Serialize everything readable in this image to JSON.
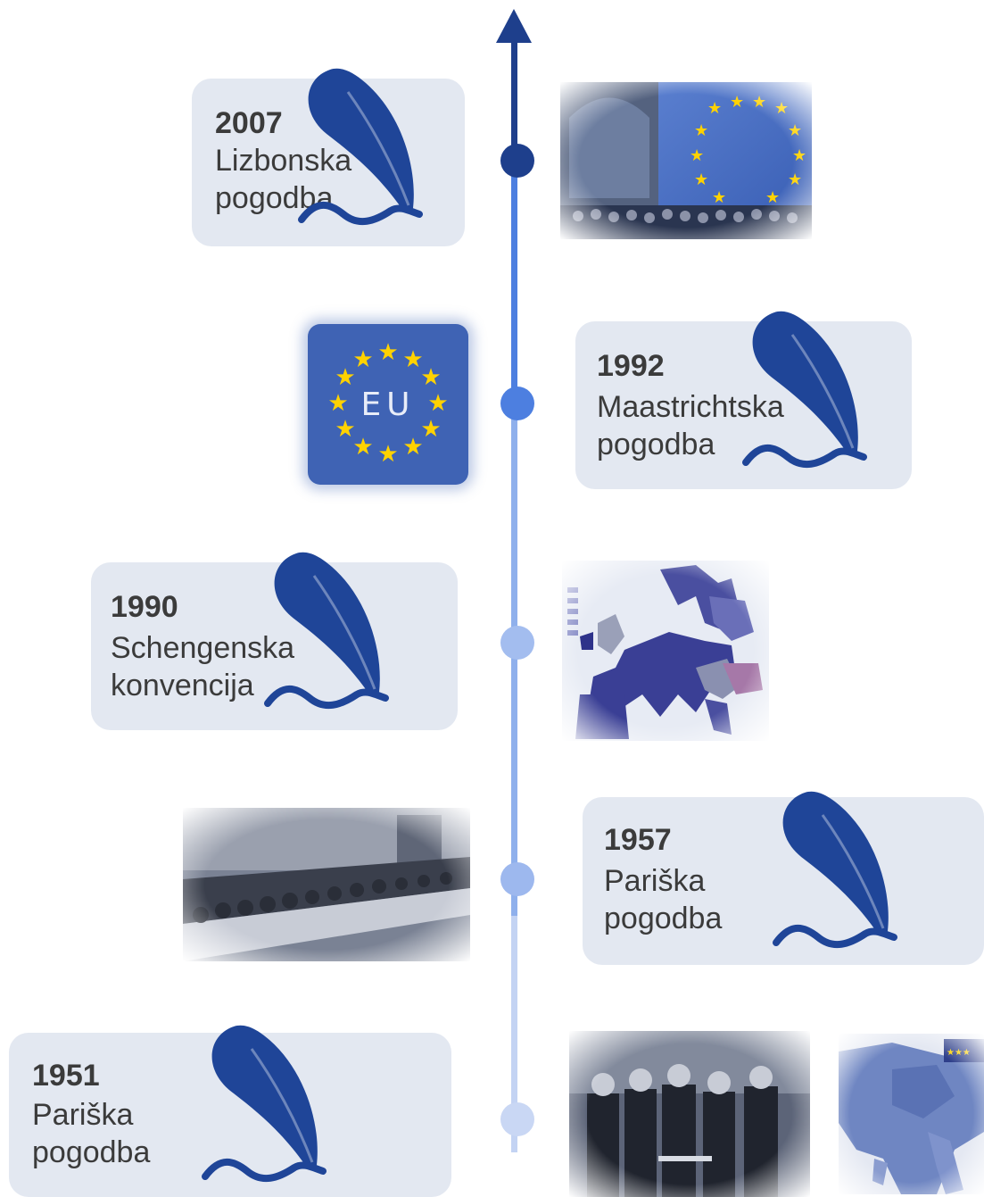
{
  "events": [
    {
      "year": "2007",
      "name_line1": "Lizbonska",
      "name_line2": "pogodba"
    },
    {
      "year": "1992",
      "name_line1": "Maastrichtska",
      "name_line2": "pogodba"
    },
    {
      "year": "1990",
      "name_line1": "Schengenska",
      "name_line2": "konvencija"
    },
    {
      "year": "1957",
      "name_line1": "Pariška",
      "name_line2": "pogodba"
    },
    {
      "year": "1951",
      "name_line1": "Pariška",
      "name_line2": "pogodba"
    }
  ],
  "eu_logo_text": "EU",
  "colors": {
    "feather": "#1f4598",
    "axis_dark": "#1e3f8c",
    "axis_mid": "#4d7fe0",
    "axis_light": "#8fb0ec",
    "axis_lightest": "#c3d3f3",
    "card_bg": "#e3e8f1",
    "eu_blue": "#3f63b4",
    "eu_star": "#ffd200"
  }
}
